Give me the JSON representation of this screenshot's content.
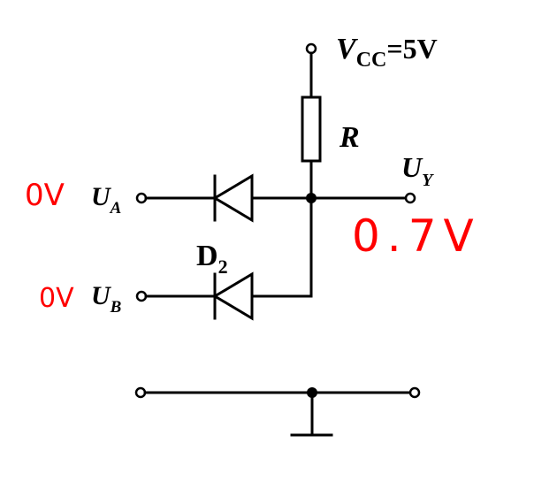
{
  "labels": {
    "vcc_main": "V",
    "vcc_sub": "CC",
    "vcc_value": "=5V",
    "resistor": "R",
    "output_main": "U",
    "output_sub": "Y",
    "input_a_main": "U",
    "input_a_sub": "A",
    "input_b_main": "U",
    "input_b_sub": "B",
    "diode2_main": "D",
    "diode2_sub": "2"
  },
  "annotations": {
    "input_a_voltage": "0V",
    "input_b_voltage": "0V",
    "output_voltage": "0.7V"
  },
  "colors": {
    "wire": "#000000",
    "annotation": "#ff0000"
  }
}
